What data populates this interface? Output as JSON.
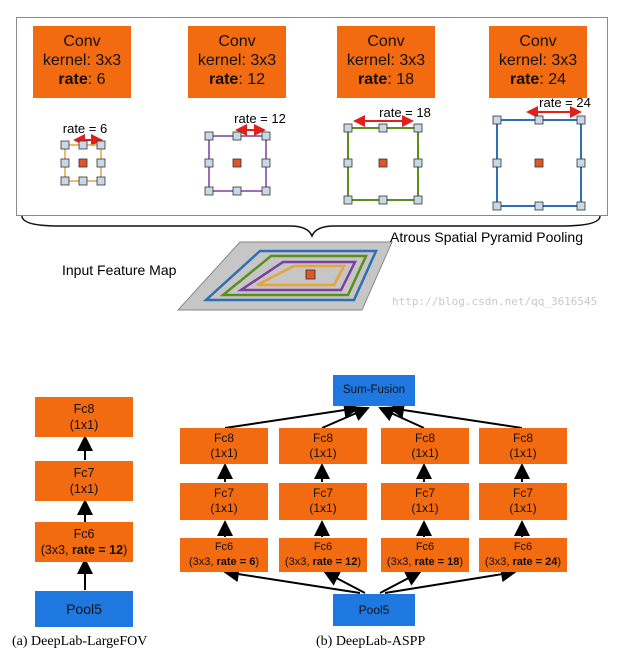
{
  "aspp_branches": [
    {
      "title": "Conv",
      "kernel": "kernel: 3x3",
      "rate_key": "rate",
      "rate_val": ": 6",
      "grid_label": "rate = 6",
      "color": "#e8a33a"
    },
    {
      "title": "Conv",
      "kernel": "kernel: 3x3",
      "rate_key": "rate",
      "rate_val": ": 12",
      "grid_label": "rate = 12",
      "color": "#7b3fa0"
    },
    {
      "title": "Conv",
      "kernel": "kernel: 3x3",
      "rate_key": "rate",
      "rate_val": ": 18",
      "grid_label": "rate = 18",
      "color": "#5a8f1e"
    },
    {
      "title": "Conv",
      "kernel": "kernel: 3x3",
      "rate_key": "rate",
      "rate_val": ": 24",
      "grid_label": "rate = 24",
      "color": "#2f6fb4"
    }
  ],
  "aspp_label": "Atrous Spatial Pyramid Pooling",
  "input_label": "Input Feature Map",
  "watermark": "http://blog.csdn.net/qq_3616545",
  "largefov": {
    "fc8": {
      "name": "Fc8",
      "sub": "(1x1)"
    },
    "fc7": {
      "name": "Fc7",
      "sub": "(1x1)"
    },
    "fc6": {
      "name": "Fc6",
      "sub_pre": "(3x3, ",
      "sub_bold": "rate = 12",
      "sub_post": ")"
    },
    "pool": "Pool5",
    "caption": "(a) DeepLab-LargeFOV"
  },
  "aspp_net": {
    "fusion": "Sum-Fusion",
    "pool": "Pool5",
    "branches": [
      {
        "fc8": "Fc8",
        "fc8_sub": "(1x1)",
        "fc7": "Fc7",
        "fc7_sub": "(1x1)",
        "fc6": "Fc6",
        "fc6_pre": "(3x3, ",
        "fc6_bold": "rate = 6",
        "fc6_post": ")"
      },
      {
        "fc8": "Fc8",
        "fc8_sub": "(1x1)",
        "fc7": "Fc7",
        "fc7_sub": "(1x1)",
        "fc6": "Fc6",
        "fc6_pre": "(3x3, ",
        "fc6_bold": "rate = 12",
        "fc6_post": ")"
      },
      {
        "fc8": "Fc8",
        "fc8_sub": "(1x1)",
        "fc7": "Fc7",
        "fc7_sub": "(1x1)",
        "fc6": "Fc6",
        "fc6_pre": "(3x3, ",
        "fc6_bold": "rate = 18",
        "fc6_post": ")"
      },
      {
        "fc8": "Fc8",
        "fc8_sub": "(1x1)",
        "fc7": "Fc7",
        "fc7_sub": "(1x1)",
        "fc6": "Fc6",
        "fc6_pre": "(3x3, ",
        "fc6_bold": "rate = 24",
        "fc6_post": ")"
      }
    ],
    "caption": "(b) DeepLab-ASPP"
  },
  "colors": {
    "orange": "#f26b10",
    "blue": "#1f78e0",
    "center_pixel": "#e0562a",
    "grid_pixel": "#c7d8e6"
  }
}
